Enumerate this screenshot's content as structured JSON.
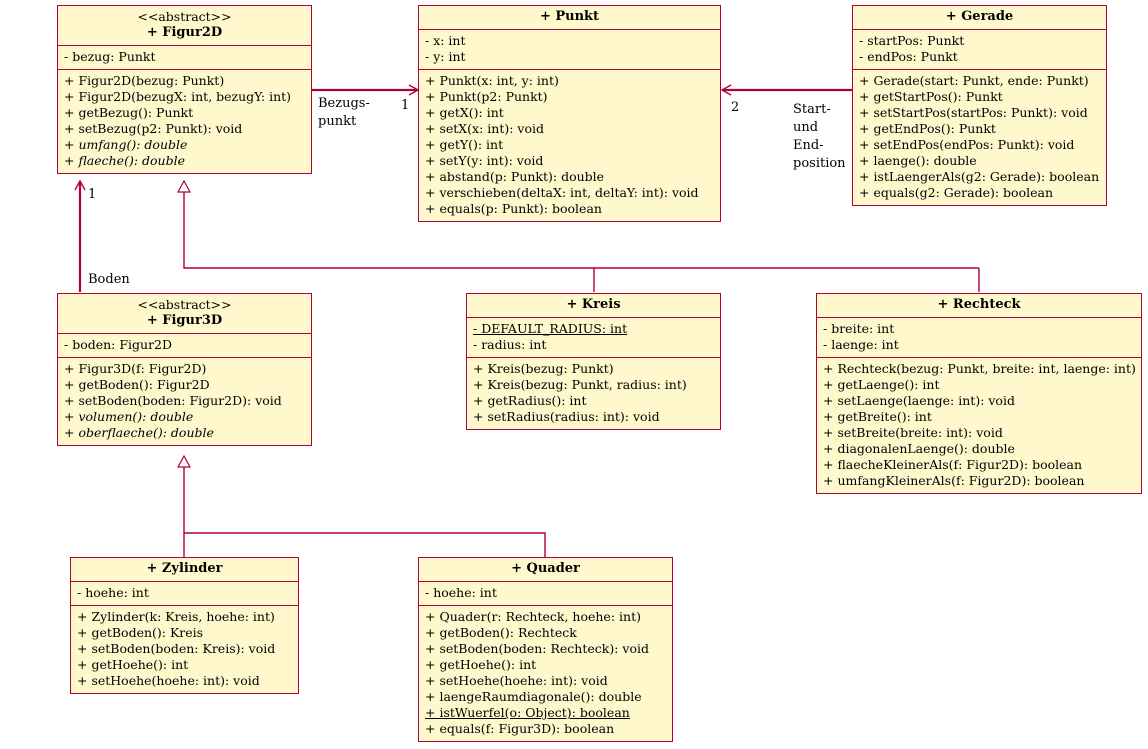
{
  "colors": {
    "line": "#b0003a",
    "box_fill": "#fff8cc"
  },
  "classes": [
    {
      "id": "figur2d",
      "stereotype": "<<abstract>>",
      "name": "+ Figur2D",
      "attributes": [
        {
          "text": "- bezug: Punkt"
        }
      ],
      "methods": [
        {
          "text": "+ Figur2D(bezug: Punkt)"
        },
        {
          "text": "+ Figur2D(bezugX: int, bezugY: int)"
        },
        {
          "text": "+ getBezug(): Punkt"
        },
        {
          "text": "+ setBezug(p2: Punkt): void"
        },
        {
          "text": "+ umfang(): double",
          "abstract": true
        },
        {
          "text": "+ flaeche(): double",
          "abstract": true
        }
      ]
    },
    {
      "id": "punkt",
      "stereotype": "",
      "name": "+ Punkt",
      "attributes": [
        {
          "text": "- x: int"
        },
        {
          "text": "- y: int"
        }
      ],
      "methods": [
        {
          "text": "+ Punkt(x: int, y: int)"
        },
        {
          "text": "+ Punkt(p2: Punkt)"
        },
        {
          "text": "+ getX(): int"
        },
        {
          "text": "+ setX(x: int): void"
        },
        {
          "text": "+ getY(): int"
        },
        {
          "text": "+ setY(y: int): void"
        },
        {
          "text": "+ abstand(p: Punkt): double"
        },
        {
          "text": "+ verschieben(deltaX: int, deltaY: int): void"
        },
        {
          "text": "+ equals(p: Punkt): boolean"
        }
      ]
    },
    {
      "id": "gerade",
      "stereotype": "",
      "name": "+ Gerade",
      "attributes": [
        {
          "text": "- startPos: Punkt"
        },
        {
          "text": "- endPos: Punkt"
        }
      ],
      "methods": [
        {
          "text": "+ Gerade(start: Punkt, ende: Punkt)"
        },
        {
          "text": "+ getStartPos(): Punkt"
        },
        {
          "text": "+ setStartPos(startPos: Punkt): void"
        },
        {
          "text": "+ getEndPos(): Punkt"
        },
        {
          "text": "+ setEndPos(endPos: Punkt): void"
        },
        {
          "text": "+ laenge(): double"
        },
        {
          "text": "+ istLaengerAls(g2: Gerade): boolean"
        },
        {
          "text": "+ equals(g2: Gerade): boolean"
        }
      ]
    },
    {
      "id": "figur3d",
      "stereotype": "<<abstract>>",
      "name": "+ Figur3D",
      "attributes": [
        {
          "text": "- boden: Figur2D"
        }
      ],
      "methods": [
        {
          "text": "+ Figur3D(f: Figur2D)"
        },
        {
          "text": "+ getBoden(): Figur2D"
        },
        {
          "text": "+ setBoden(boden: Figur2D): void"
        },
        {
          "text": "+ volumen(): double",
          "abstract": true
        },
        {
          "text": "+ oberflaeche(): double",
          "abstract": true
        }
      ]
    },
    {
      "id": "kreis",
      "stereotype": "",
      "name": "+ Kreis",
      "attributes": [
        {
          "text": "- DEFAULT_RADIUS: int",
          "static": true
        },
        {
          "text": "- radius: int"
        }
      ],
      "methods": [
        {
          "text": "+ Kreis(bezug: Punkt)"
        },
        {
          "text": "+ Kreis(bezug: Punkt, radius: int)"
        },
        {
          "text": "+ getRadius(): int"
        },
        {
          "text": "+ setRadius(radius: int): void"
        }
      ]
    },
    {
      "id": "rechteck",
      "stereotype": "",
      "name": "+ Rechteck",
      "attributes": [
        {
          "text": "- breite: int"
        },
        {
          "text": "- laenge: int"
        }
      ],
      "methods": [
        {
          "text": "+ Rechteck(bezug: Punkt, breite: int, laenge: int)"
        },
        {
          "text": "+ getLaenge(): int"
        },
        {
          "text": "+ setLaenge(laenge: int): void"
        },
        {
          "text": "+ getBreite(): int"
        },
        {
          "text": "+ setBreite(breite: int): void"
        },
        {
          "text": "+ diagonalenLaenge(): double"
        },
        {
          "text": "+ flaecheKleinerAls(f: Figur2D): boolean"
        },
        {
          "text": "+ umfangKleinerAls(f: Figur2D): boolean"
        }
      ]
    },
    {
      "id": "zylinder",
      "stereotype": "",
      "name": "+ Zylinder",
      "attributes": [
        {
          "text": "- hoehe: int"
        }
      ],
      "methods": [
        {
          "text": "+ Zylinder(k: Kreis, hoehe: int)"
        },
        {
          "text": "+ getBoden(): Kreis"
        },
        {
          "text": "+ setBoden(boden: Kreis): void"
        },
        {
          "text": "+ getHoehe(): int"
        },
        {
          "text": "+ setHoehe(hoehe: int): void"
        }
      ]
    },
    {
      "id": "quader",
      "stereotype": "",
      "name": "+ Quader",
      "attributes": [
        {
          "text": "- hoehe: int"
        }
      ],
      "methods": [
        {
          "text": "+ Quader(r: Rechteck, hoehe: int)"
        },
        {
          "text": "+ getBoden(): Rechteck"
        },
        {
          "text": "+ setBoden(boden: Rechteck): void"
        },
        {
          "text": "+ getHoehe(): int"
        },
        {
          "text": "+ setHoehe(hoehe: int): void"
        },
        {
          "text": "+ laengeRaumdiagonale(): double"
        },
        {
          "text": "+ istWuerfel(o: Object): boolean",
          "static": true
        },
        {
          "text": "+ equals(f: Figur3D): boolean"
        }
      ]
    }
  ],
  "labels": {
    "bezugspunkt_1": "Bezugs-",
    "bezugspunkt_2": "punkt",
    "mult_punkt_1": "1",
    "mult_gerade_2": "2",
    "startend_1": "Start-",
    "startend_2": "und",
    "startend_3": "End-",
    "startend_4": "position",
    "mult_boden_1": "1",
    "boden": "Boden"
  }
}
